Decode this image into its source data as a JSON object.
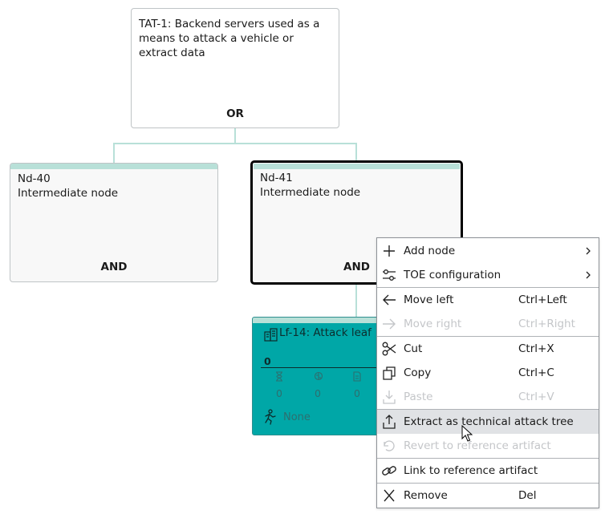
{
  "tree": {
    "root": {
      "title": "TAT-1: Backend servers used as a means to attack a vehicle or extract data",
      "gate": "OR"
    },
    "nodes": [
      {
        "id": "Nd-40",
        "type": "Intermediate node",
        "gate": "AND"
      },
      {
        "id": "Nd-41",
        "type": "Intermediate node",
        "gate": "AND"
      }
    ],
    "leaf": {
      "title": "Lf-14: Attack leaf",
      "score": "0",
      "metrics": [
        "0",
        "0",
        "0"
      ],
      "attacker": "None",
      "color": "#00a7a7"
    }
  },
  "context_menu": {
    "items": [
      {
        "label": "Add node",
        "shortcut": "",
        "icon": "plus-icon",
        "submenu": true,
        "enabled": true
      },
      {
        "label": "TOE configuration",
        "shortcut": "",
        "icon": "sliders-icon",
        "submenu": true,
        "enabled": true
      },
      {
        "label": "Move left",
        "shortcut": "Ctrl+Left",
        "icon": "arrow-left-icon",
        "enabled": true
      },
      {
        "label": "Move right",
        "shortcut": "Ctrl+Right",
        "icon": "arrow-right-icon",
        "enabled": false
      },
      {
        "label": "Cut",
        "shortcut": "Ctrl+X",
        "icon": "scissors-icon",
        "enabled": true
      },
      {
        "label": "Copy",
        "shortcut": "Ctrl+C",
        "icon": "copy-icon",
        "enabled": true
      },
      {
        "label": "Paste",
        "shortcut": "Ctrl+V",
        "icon": "paste-icon",
        "enabled": false
      },
      {
        "label": "Extract as technical attack tree",
        "shortcut": "",
        "icon": "upload-icon",
        "enabled": true,
        "highlighted": true
      },
      {
        "label": "Revert to reference artifact",
        "shortcut": "",
        "icon": "revert-icon",
        "enabled": false
      },
      {
        "label": "Link to reference artifact",
        "shortcut": "",
        "icon": "link-icon",
        "enabled": true
      },
      {
        "label": "Remove",
        "shortcut": "Del",
        "icon": "close-icon",
        "enabled": true
      }
    ]
  },
  "colors": {
    "accent": "#b8e0d8",
    "leaf": "#00a7a7",
    "highlight": "#e0e2e5",
    "disabled": "#c4c6c9"
  }
}
